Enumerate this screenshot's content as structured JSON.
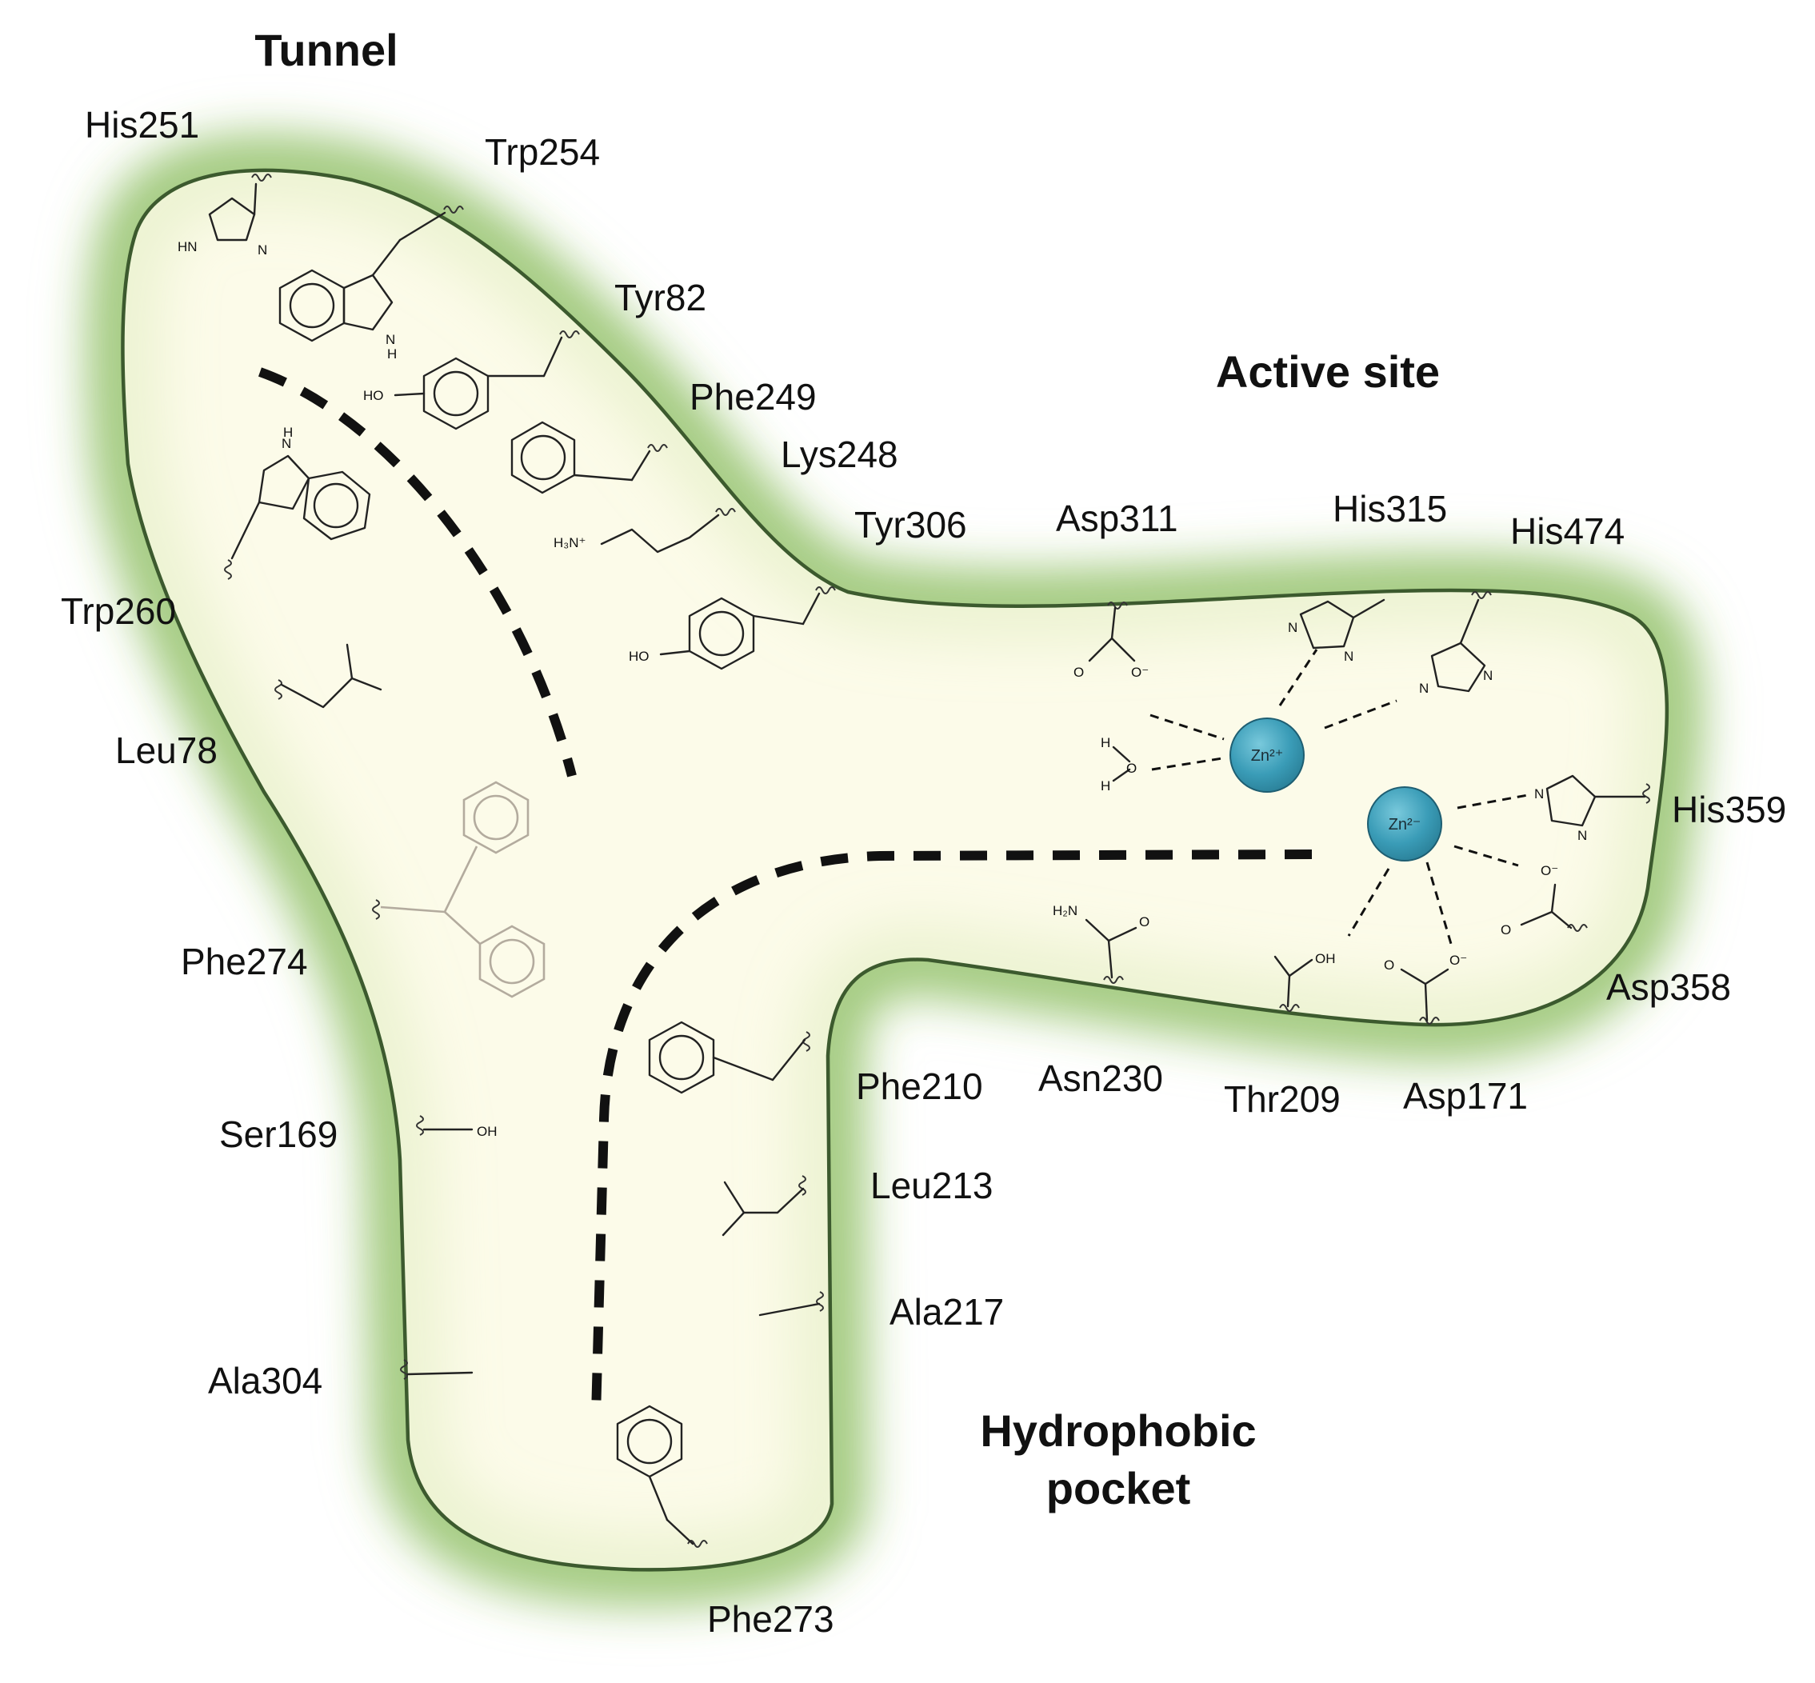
{
  "regions": {
    "tunnel": "Tunnel",
    "active_site": "Active site",
    "hydrophobic_line1": "Hydrophobic",
    "hydrophobic_line2": "pocket"
  },
  "residues": {
    "his251": "His251",
    "trp254": "Trp254",
    "tyr82": "Tyr82",
    "phe249": "Phe249",
    "lys248": "Lys248",
    "tyr306": "Tyr306",
    "asp311": "Asp311",
    "his315": "His315",
    "his474": "His474",
    "his359": "His359",
    "asp358": "Asp358",
    "asp171": "Asp171",
    "thr209": "Thr209",
    "asn230": "Asn230",
    "phe210": "Phe210",
    "leu213": "Leu213",
    "ala217": "Ala217",
    "phe273": "Phe273",
    "ala304": "Ala304",
    "ser169": "Ser169",
    "phe274": "Phe274",
    "leu78": "Leu78",
    "trp260": "Trp260"
  },
  "ions": {
    "zn_upper": "Zn²⁺",
    "zn_lower": "Zn²⁻"
  },
  "atoms": {
    "hn": "HN",
    "n": "N",
    "h": "H",
    "ho": "HO",
    "oh": "OH",
    "h3n": "H₃N⁺",
    "o": "O",
    "o_minus": "O⁻",
    "h2n": "H₂N"
  },
  "colors": {
    "pocket_fill": "#fcfbe9",
    "pocket_glow": "#66a83a",
    "pocket_outline": "#3c5a2e",
    "zinc": "#3a9cb7"
  }
}
